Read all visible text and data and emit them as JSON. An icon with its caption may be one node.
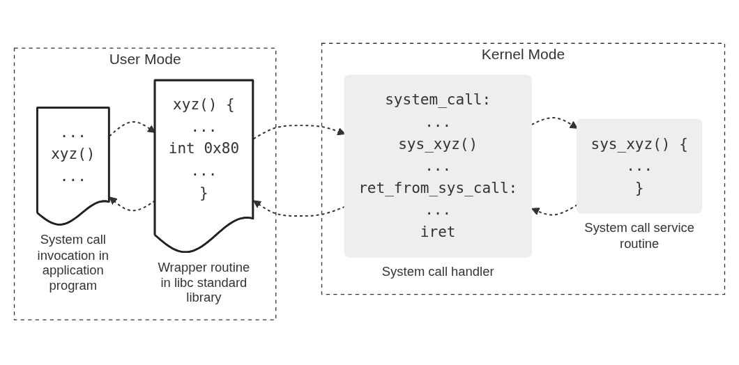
{
  "diagram": {
    "nodes": [
      {
        "text": [
          "User Mode"
        ]
      },
      {
        "text": [
          "...",
          "xyz()",
          "..."
        ],
        "in": 0,
        "beside": [
          "System call invocation in application program"
        ]
      },
      {
        "text": [
          "xyz() {",
          "...",
          "int 0x80",
          "...",
          "}"
        ],
        "in": 0,
        "beside": [
          "Wrapper routine in libc standard library"
        ]
      },
      {
        "text": [
          "Kernel Mode"
        ]
      },
      {
        "text": [
          "system_call:",
          "...",
          "sys_xyz()",
          "...",
          "ret_from_sys_call:",
          "...",
          "iret"
        ],
        "in": 3,
        "beside": [
          "System call handler"
        ]
      },
      {
        "text": [
          "sys_xyz() {",
          "...",
          "}"
        ],
        "in": 3,
        "beside": [
          "System call service routine"
        ]
      }
    ],
    "edges": [
      {
        "from": 1,
        "to": 2,
        "arrow": "to",
        "style": "dashed"
      },
      {
        "from": 2,
        "to": 1,
        "arrow": "to",
        "style": "dashed"
      },
      {
        "from": 2,
        "to": 4,
        "arrow": "to",
        "style": "dashed"
      },
      {
        "from": 4,
        "to": 2,
        "arrow": "to",
        "style": "dashed"
      },
      {
        "from": 4,
        "to": 5,
        "arrow": "to",
        "style": "dashed"
      },
      {
        "from": 5,
        "to": 4,
        "arrow": "to",
        "style": "dashed"
      }
    ]
  }
}
